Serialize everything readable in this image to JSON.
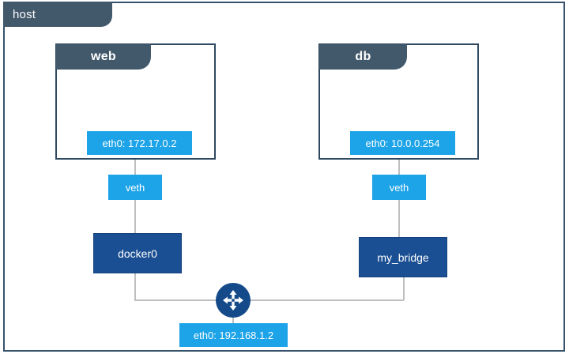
{
  "diagram": {
    "title": "docker-host-network-topology",
    "host": {
      "label": "host"
    },
    "containers": [
      {
        "name": "web",
        "label": "web",
        "interface": {
          "label": "eth0: 172.17.0.2",
          "name": "eth0",
          "address": "172.17.0.2"
        },
        "veth": {
          "label": "veth"
        },
        "bridge": {
          "label": "docker0"
        }
      },
      {
        "name": "db",
        "label": "db",
        "interface": {
          "label": "eth0: 10.0.0.254",
          "name": "eth0",
          "address": "10.0.0.254"
        },
        "veth": {
          "label": "veth"
        },
        "bridge": {
          "label": "my_bridge"
        }
      }
    ],
    "router": {
      "icon": "router-four-way-arrows-icon",
      "label": ""
    },
    "host_interface": {
      "label": "eth0: 192.168.1.2",
      "name": "eth0",
      "address": "192.168.1.2"
    },
    "colors": {
      "host_border": "#36536B",
      "tab_fill": "#42586B",
      "interface_fill": "#1CA3E8",
      "bridge_fill": "#1B4F93",
      "line": "#BFBFBF",
      "router_fill": "#154A8A",
      "text_on_dark": "#FFFFFF"
    }
  }
}
